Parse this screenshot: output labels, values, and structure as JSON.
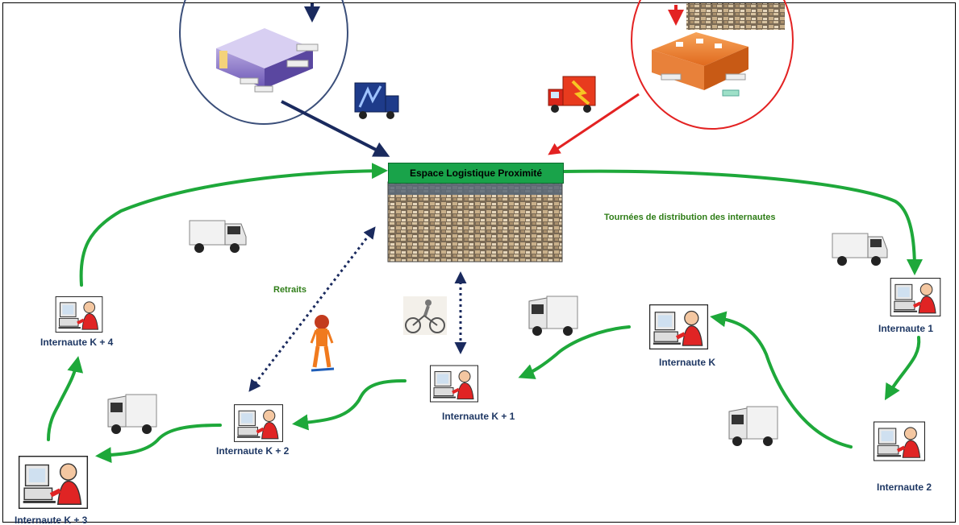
{
  "hub": {
    "title": "Espace Logistique Proximité"
  },
  "labels": {
    "routes": "Tournées de distribution des internautes",
    "withdrawals": "Retraits"
  },
  "users": [
    {
      "id": "internaute-1",
      "label": "Internaute 1"
    },
    {
      "id": "internaute-2",
      "label": "Internaute 2"
    },
    {
      "id": "internaute-k",
      "label": "Internaute K"
    },
    {
      "id": "internaute-k1",
      "label": "Internaute K + 1"
    },
    {
      "id": "internaute-k2",
      "label": "Internaute K + 2"
    },
    {
      "id": "internaute-k3",
      "label": "Internaute K + 3"
    },
    {
      "id": "internaute-k4",
      "label": "Internaute K + 4"
    }
  ],
  "colors": {
    "route_green": "#1ea83a",
    "navy": "#1a2a5e",
    "red": "#e32222",
    "hub_green": "#19a34a",
    "label_blue": "#1f3864",
    "label_green": "#2e7d17"
  },
  "icons": [
    "warehouse-purple-icon",
    "warehouse-orange-icon",
    "truck-blue-icon",
    "truck-red-icon",
    "van-icon",
    "computer-user-icon",
    "cyclist-icon",
    "pedestrian-icon",
    "parcel-photo"
  ]
}
